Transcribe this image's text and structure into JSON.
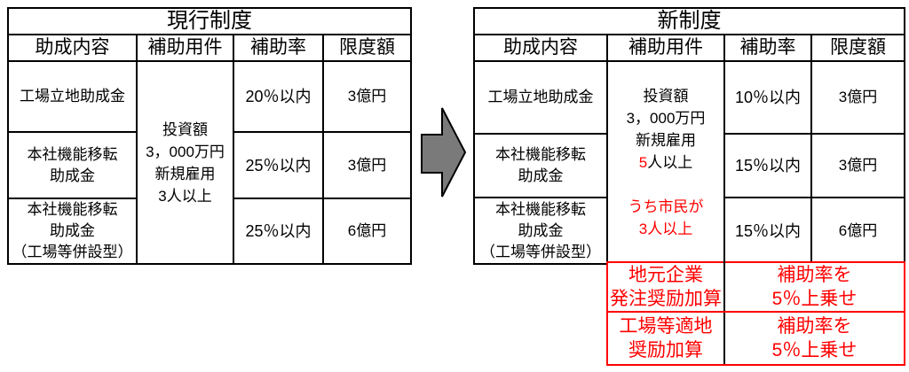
{
  "colors": {
    "highlight_red": "#ff0000",
    "border_black": "#000000",
    "arrow_fill": "#7a7a7a"
  },
  "left_table": {
    "title": "現行制度",
    "headers": [
      "助成内容",
      "補助用件",
      "補助率",
      "限度額"
    ],
    "requirement": "投資額\n3，000万円\n新規雇用\n3人以上",
    "rows": [
      {
        "name": "工場立地助成金",
        "rate": "20％以内",
        "limit": "3億円"
      },
      {
        "name": "本社機能移転\n助成金",
        "rate": "25％以内",
        "limit": "3億円"
      },
      {
        "name": "本社機能移転\n助成金\n（工場等併設型）",
        "rate": "25％以内",
        "limit": "6億円"
      }
    ]
  },
  "right_table": {
    "title": "新制度",
    "headers": [
      "助成内容",
      "補助用件",
      "補助率",
      "限度額"
    ],
    "requirement": {
      "base": "投資額\n3，000万円\n新規雇用\n",
      "highlight": "5",
      "base_suffix": "人以上\n",
      "extra": "\nうち市民が\n3人以上"
    },
    "rows": [
      {
        "name": "工場立地助成金",
        "rate": "10％以内",
        "limit": "3億円"
      },
      {
        "name": "本社機能移転\n助成金",
        "rate": "15％以内",
        "limit": "3億円"
      },
      {
        "name": "本社機能移転\n助成金\n（工場等併設型）",
        "rate": "15％以内",
        "limit": "6億円"
      }
    ],
    "bonus_rows": [
      {
        "label": "地元企業\n発注奨励加算",
        "value": "補助率を\n5％上乗せ"
      },
      {
        "label": "工場等適地\n奨励加算",
        "value": "補助率を\n5％上乗せ"
      }
    ]
  }
}
